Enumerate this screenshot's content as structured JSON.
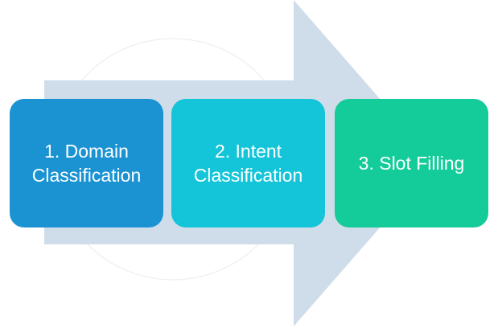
{
  "colors": {
    "arrow": "#cfdcea",
    "circle_outline": "#eeeeee",
    "step_1": "#1b93d3",
    "step_2": "#14c5d9",
    "step_3": "#14cc9a",
    "label_text": "#ffffff"
  },
  "steps": [
    {
      "label": "1. Domain\nClassification"
    },
    {
      "label": "2. Intent\nClassification"
    },
    {
      "label": "3. Slot Filling"
    }
  ]
}
